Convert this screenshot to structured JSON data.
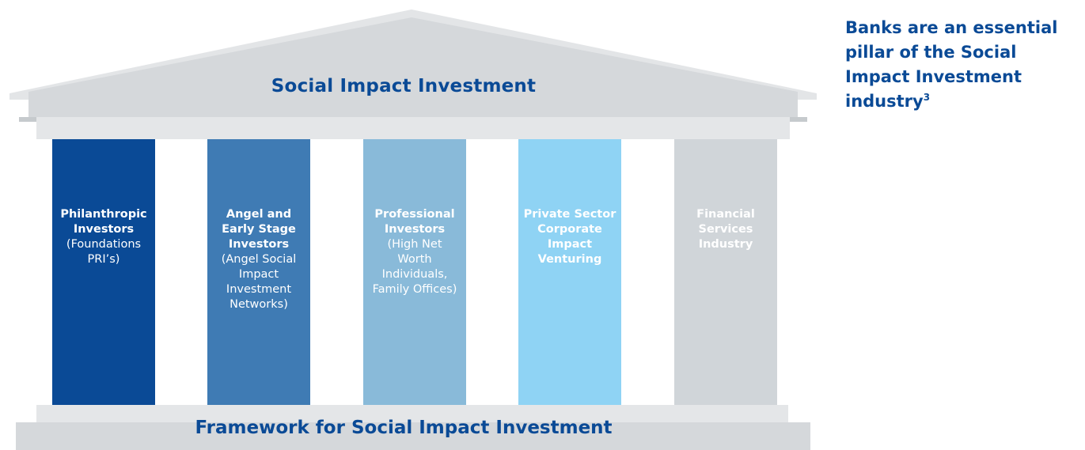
{
  "roof": {
    "title": "Social Impact Investment"
  },
  "base": {
    "title": "Framework for Social Impact Investment"
  },
  "pillars": [
    {
      "title_lines": [
        "Philanthropic",
        "Investors"
      ],
      "detail_lines": [
        "(Foundations",
        "PRI’s)"
      ],
      "color": "#0a4a96",
      "text_color": "#ffffff"
    },
    {
      "title_lines": [
        "Angel and",
        "Early Stage",
        "Investors"
      ],
      "detail_lines": [
        "(Angel Social",
        "Impact",
        "Investment",
        "Networks)"
      ],
      "color": "#3f7bb4",
      "text_color": "#ffffff"
    },
    {
      "title_lines": [
        "Professional",
        "Investors"
      ],
      "detail_lines": [
        "(High Net",
        "Worth",
        "Individuals,",
        "Family Offices)"
      ],
      "color": "#89bad9",
      "text_color": "#ffffff"
    },
    {
      "title_lines": [
        "Private Sector",
        "Corporate",
        "Impact",
        "Venturing"
      ],
      "detail_lines": [],
      "color": "#8fd3f4",
      "text_color": "#ffffff"
    },
    {
      "title_lines": [
        "Financial",
        "Services",
        "Industry"
      ],
      "detail_lines": [],
      "color": "#d0d5d9",
      "text_color": "#ffffff"
    }
  ],
  "side_note": {
    "text": "Banks are an essential pillar of the Social Impact Investment industry",
    "superscript": "3"
  },
  "colors": {
    "structure_light": "#e6e8ea",
    "structure_mid": "#d6d9dc",
    "structure_dark": "#c4c8cc",
    "title_blue": "#0a4a96"
  }
}
